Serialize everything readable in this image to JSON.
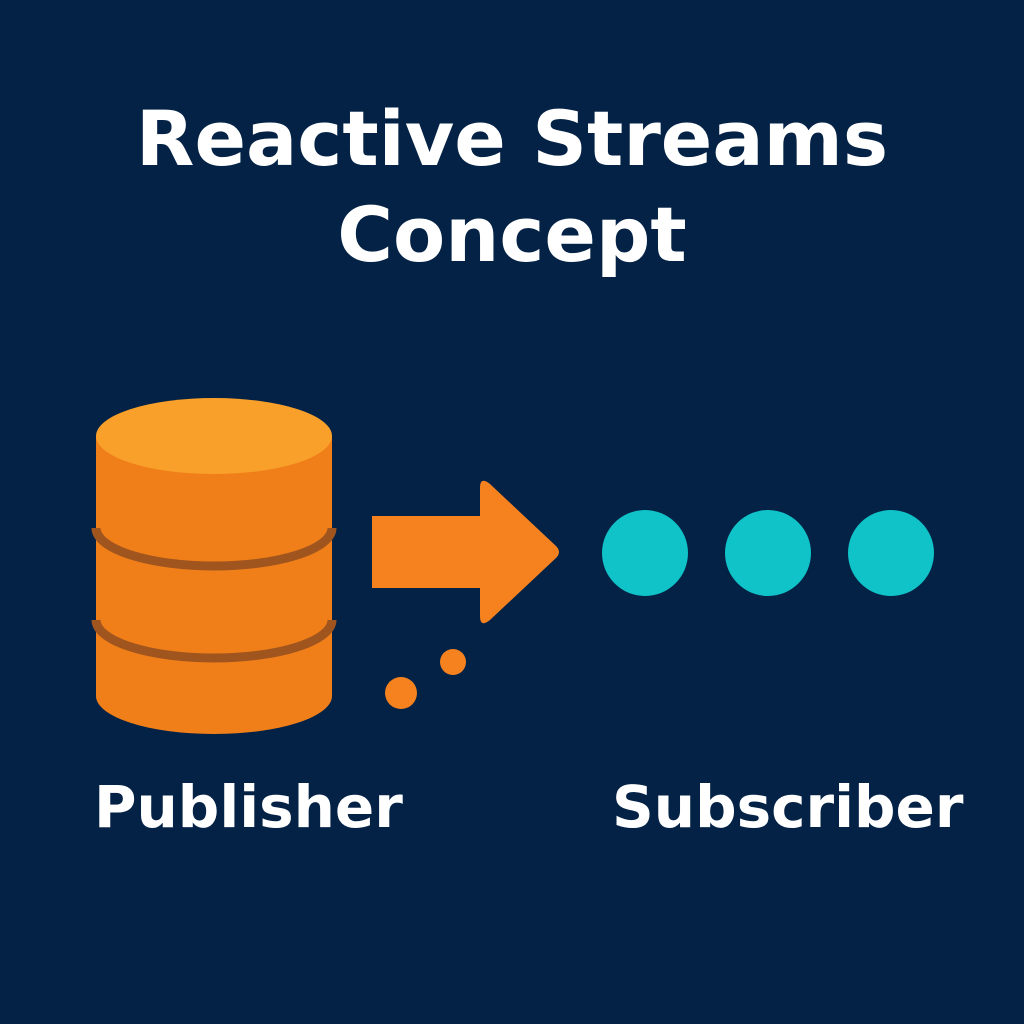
{
  "title": {
    "line1": "Reactive Streams",
    "line2": "Concept"
  },
  "publisher": {
    "label": "Publisher",
    "icon": "database-icon",
    "color": "#F5821F"
  },
  "subscriber": {
    "label": "Subscriber",
    "icon": "ellipsis-dots-icon",
    "color": "#0FC3C8"
  },
  "flow": {
    "icon": "arrow-right-icon",
    "color": "#F5821F"
  },
  "colors": {
    "background": "#032246",
    "text": "#FFFFFF",
    "publisher_band": "#A0551E"
  }
}
